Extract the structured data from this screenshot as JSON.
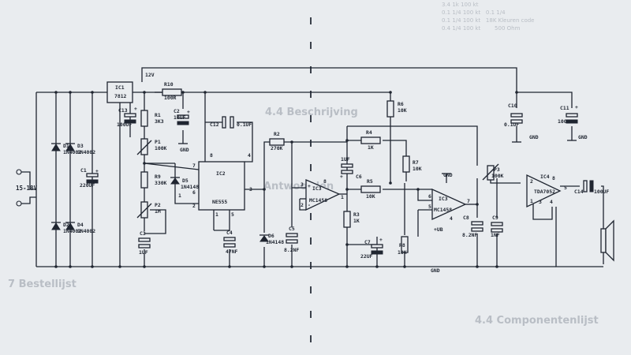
{
  "page": {
    "marks": [
      "—",
      "—",
      "—",
      "—",
      "—",
      "—",
      "—",
      "—",
      "—",
      "—",
      "—",
      "—",
      "—",
      "—"
    ]
  },
  "background_text": {
    "left_lines": [
      "4.4 Beschrijving",
      "Antwoorden",
      "7 Bestellijst"
    ],
    "right_top_lines": [
      "3.4 1k 100 kt",
      "0.1 1/4 100 kt   0.1 1/4",
      "0.1 1/4 100 kt   18K Kleuren code",
      "0.4 1/4 100 kt        500 Ohm"
    ],
    "right_bottom_lines": [
      "4.4 Componentenlijst"
    ]
  },
  "supply": {
    "input_label": "15-18V",
    "rail_label": "12V",
    "ground_label": "GND"
  },
  "components": {
    "IC1": {
      "ref": "IC1",
      "value": "7812"
    },
    "IC2": {
      "ref": "IC2",
      "value": "NE555"
    },
    "IC3a": {
      "ref": "IC3",
      "value": "MC1458"
    },
    "IC3b": {
      "ref": "IC3",
      "value": "MC1458"
    },
    "IC4": {
      "ref": "IC4",
      "value": "TDA7052"
    },
    "D1": {
      "ref": "D1",
      "value": "1N4002"
    },
    "D2": {
      "ref": "D2",
      "value": "1N4002"
    },
    "D3": {
      "ref": "D3",
      "value": "1N4002"
    },
    "D4": {
      "ref": "D4",
      "value": "1N4002"
    },
    "D5": {
      "ref": "D5",
      "value": "1N4148"
    },
    "D6": {
      "ref": "D6",
      "value": "1N4148"
    },
    "R1": {
      "ref": "R1",
      "value": "3K3"
    },
    "R2": {
      "ref": "R2",
      "value": "270K"
    },
    "R3": {
      "ref": "R3",
      "value": "1K"
    },
    "R4": {
      "ref": "R4",
      "value": "1K"
    },
    "R5": {
      "ref": "R5",
      "value": "10K"
    },
    "R6": {
      "ref": "R6",
      "value": "10K"
    },
    "R7": {
      "ref": "R7",
      "value": "10K"
    },
    "R8": {
      "ref": "R8",
      "value": "10K"
    },
    "R9": {
      "ref": "R9",
      "value": "330K"
    },
    "R10": {
      "ref": "R10",
      "value": "100R"
    },
    "P1": {
      "ref": "P1",
      "value": "100K"
    },
    "P2": {
      "ref": "P2",
      "value": "1M"
    },
    "P3": {
      "ref": "P3",
      "value": "100K"
    },
    "C1": {
      "ref": "C1",
      "value": "220UF"
    },
    "C2": {
      "ref": "C2",
      "value": "10UF"
    },
    "C3": {
      "ref": "C3",
      "value": "1UF"
    },
    "C4": {
      "ref": "C4",
      "value": "47NF"
    },
    "C5": {
      "ref": "C5",
      "value": "8.2NF"
    },
    "C6": {
      "ref": "C6",
      "value": "1UF"
    },
    "C7": {
      "ref": "C7",
      "value": "22UF"
    },
    "C8": {
      "ref": "C8",
      "value": "8.2NF"
    },
    "C9": {
      "ref": "C9",
      "value": "1NF"
    },
    "C10": {
      "ref": "C10",
      "value": "0.1UF"
    },
    "C11": {
      "ref": "C11",
      "value": "100UF"
    },
    "C12": {
      "ref": "C12",
      "value": "0.1UF"
    },
    "C13": {
      "ref": "C13",
      "value": "100UF"
    },
    "C14": {
      "ref": "C14",
      "value": "100UF"
    }
  },
  "pins": {
    "ic2_8": "8",
    "ic2_4": "4",
    "ic2_7": "7",
    "ic2_6": "6",
    "ic2_2": "2",
    "ic2_3": "3",
    "ic2_1": "1",
    "ic2_5": "5",
    "ic3a_3": "3",
    "ic3a_2": "2",
    "ic3a_1": "1",
    "ic3a_8": "8",
    "ic3b_6": "6",
    "ic3b_5": "5",
    "ic3b_7": "7",
    "ic3b_4": "4",
    "ic4_1": "1",
    "ic4_2": "2",
    "ic4_3": "3",
    "ic4_4": "4",
    "ic4_5": "5",
    "ic4_8": "8",
    "p2_wiper": "1",
    "plus": "+",
    "minus": "-",
    "plus_ub": "+UB"
  }
}
